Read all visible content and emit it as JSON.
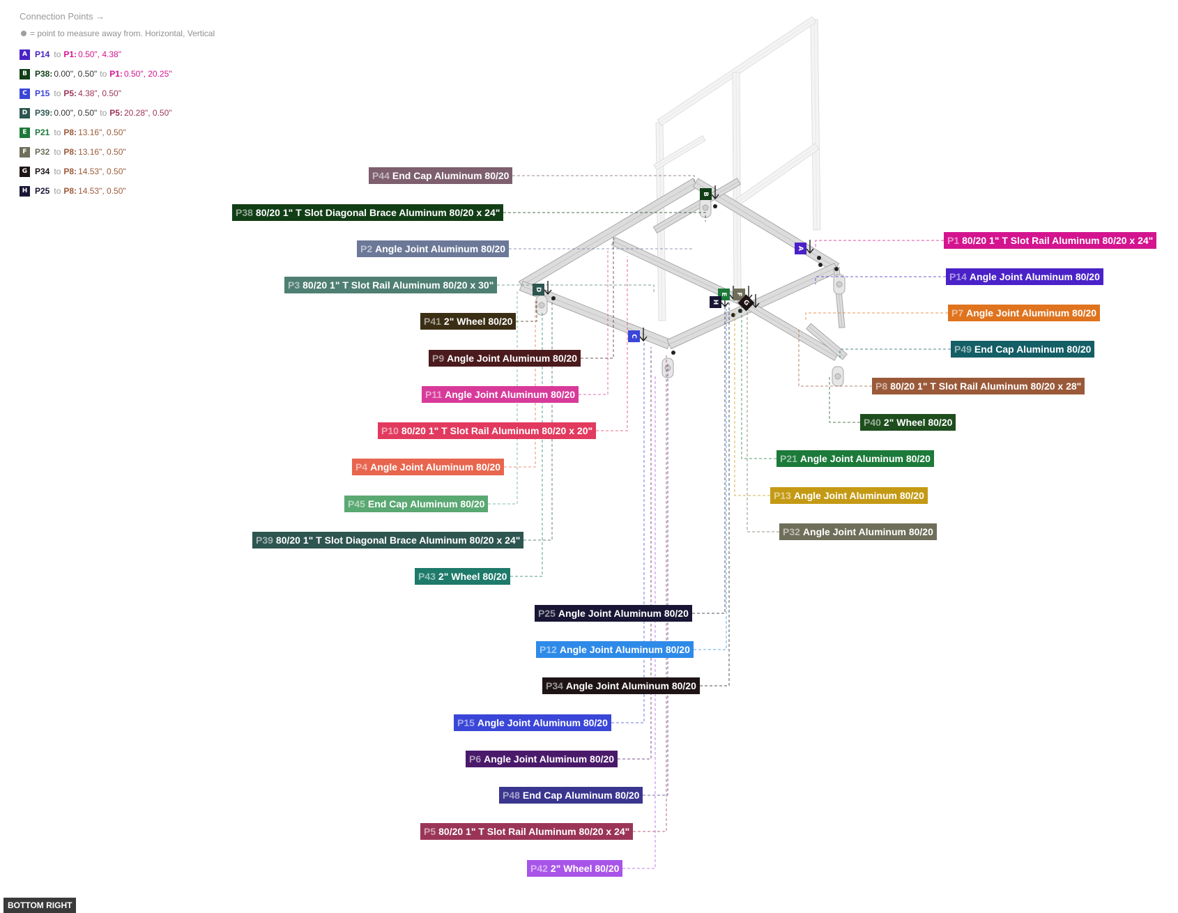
{
  "header": {
    "title": "Connection Points →",
    "subtitle": "= point to measure away from. Horizontal, Vertical"
  },
  "legend": [
    {
      "letter": "A",
      "color": "#4a22c8",
      "from": "P14",
      "from_color": "#4a22c8",
      "from_coord": "",
      "to": "P1:",
      "to_color": "#d4148f",
      "to_coord": "0.50\", 4.38\""
    },
    {
      "letter": "B",
      "color": "#123e16",
      "from": "P38:",
      "from_color": "#123e16",
      "from_coord": "0.00\", 0.50\"",
      "to": "P1:",
      "to_color": "#d4148f",
      "to_coord": "0.50\", 20.25\""
    },
    {
      "letter": "C",
      "color": "#3a46d8",
      "from": "P15",
      "from_color": "#3a46d8",
      "from_coord": "",
      "to": "P5:",
      "to_color": "#9b3557",
      "to_coord": "4.38\", 0.50\""
    },
    {
      "letter": "D",
      "color": "#2e5550",
      "from": "P39:",
      "from_color": "#2e5550",
      "from_coord": "0.00\", 0.50\"",
      "to": "P5:",
      "to_color": "#9b3557",
      "to_coord": "20.28\", 0.50\""
    },
    {
      "letter": "E",
      "color": "#1c7a3a",
      "from": "P21",
      "from_color": "#1c7a3a",
      "from_coord": "",
      "to": "P8:",
      "to_color": "#9a5a3a",
      "to_coord": "13.16\", 0.50\""
    },
    {
      "letter": "F",
      "color": "#6e6e5a",
      "from": "P32",
      "from_color": "#6e6e5a",
      "from_coord": "",
      "to": "P8:",
      "to_color": "#9a5a3a",
      "to_coord": "13.16\", 0.50\""
    },
    {
      "letter": "G",
      "color": "#1e1416",
      "from": "P34",
      "from_color": "#1e1416",
      "from_coord": "",
      "to": "P8:",
      "to_color": "#9a5a3a",
      "to_coord": "14.53\", 0.50\""
    },
    {
      "letter": "H",
      "color": "#181634",
      "from": "P25",
      "from_color": "#181634",
      "from_coord": "",
      "to": "P8:",
      "to_color": "#9a5a3a",
      "to_coord": "14.53\", 0.50\""
    }
  ],
  "legend_to_word": "to",
  "parts": [
    {
      "id": "P44",
      "name": "End Cap Aluminum 80/20",
      "color": "#7d5f6e"
    },
    {
      "id": "P38",
      "name": "80/20 1\" T Slot Diagonal Brace  Aluminum 80/20 x 24\"",
      "color": "#123e16"
    },
    {
      "id": "P2",
      "name": "Angle Joint Aluminum 80/20",
      "color": "#6c7898"
    },
    {
      "id": "P3",
      "name": "80/20 1\" T Slot Rail Aluminum 80/20 x 30\"",
      "color": "#4f7f72"
    },
    {
      "id": "P41",
      "name": "2\" Wheel 80/20",
      "color": "#3a2e14"
    },
    {
      "id": "P9",
      "name": "Angle Joint Aluminum 80/20",
      "color": "#4a1a1c"
    },
    {
      "id": "P11",
      "name": "Angle Joint Aluminum 80/20",
      "color": "#d83a9a"
    },
    {
      "id": "P10",
      "name": "80/20 1\" T Slot Rail Aluminum 80/20 x 20\"",
      "color": "#e23a5e"
    },
    {
      "id": "P4",
      "name": "Angle Joint Aluminum 80/20",
      "color": "#e8654e"
    },
    {
      "id": "P45",
      "name": "End Cap Aluminum 80/20",
      "color": "#5aa872"
    },
    {
      "id": "P39",
      "name": "80/20 1\" T Slot Diagonal Brace  Aluminum 80/20 x 24\"",
      "color": "#2e5550"
    },
    {
      "id": "P43",
      "name": "2\" Wheel 80/20",
      "color": "#1e7a6a"
    },
    {
      "id": "P25",
      "name": "Angle Joint Aluminum 80/20",
      "color": "#181634"
    },
    {
      "id": "P12",
      "name": "Angle Joint Aluminum 80/20",
      "color": "#2e8ae8"
    },
    {
      "id": "P34",
      "name": "Angle Joint Aluminum 80/20",
      "color": "#1e1416"
    },
    {
      "id": "P15",
      "name": "Angle Joint Aluminum 80/20",
      "color": "#3a46d8"
    },
    {
      "id": "P6",
      "name": "Angle Joint Aluminum 80/20",
      "color": "#4a1a6a"
    },
    {
      "id": "P48",
      "name": "End Cap Aluminum 80/20",
      "color": "#3a368e"
    },
    {
      "id": "P5",
      "name": "80/20 1\" T Slot Rail Aluminum 80/20 x 24\"",
      "color": "#9b3557"
    },
    {
      "id": "P42",
      "name": "2\" Wheel 80/20",
      "color": "#a854e8"
    },
    {
      "id": "P1",
      "name": "80/20 1\" T Slot Rail Aluminum 80/20 x 24\"",
      "color": "#d4148f"
    },
    {
      "id": "P14",
      "name": "Angle Joint Aluminum 80/20",
      "color": "#4a22c8"
    },
    {
      "id": "P7",
      "name": "Angle Joint Aluminum 80/20",
      "color": "#e0731e"
    },
    {
      "id": "P49",
      "name": "End Cap Aluminum 80/20",
      "color": "#145e66"
    },
    {
      "id": "P8",
      "name": "80/20 1\" T Slot Rail Aluminum 80/20 x 28\"",
      "color": "#9a5a3a"
    },
    {
      "id": "P40",
      "name": "2\" Wheel 80/20",
      "color": "#1e4e1e"
    },
    {
      "id": "P21",
      "name": "Angle Joint Aluminum 80/20",
      "color": "#1c7a3a"
    },
    {
      "id": "P13",
      "name": "Angle Joint Aluminum 80/20",
      "color": "#c49a14"
    },
    {
      "id": "P32",
      "name": "Angle Joint Aluminum 80/20",
      "color": "#6e6e5a"
    }
  ],
  "view_label": "BOTTOM RIGHT"
}
